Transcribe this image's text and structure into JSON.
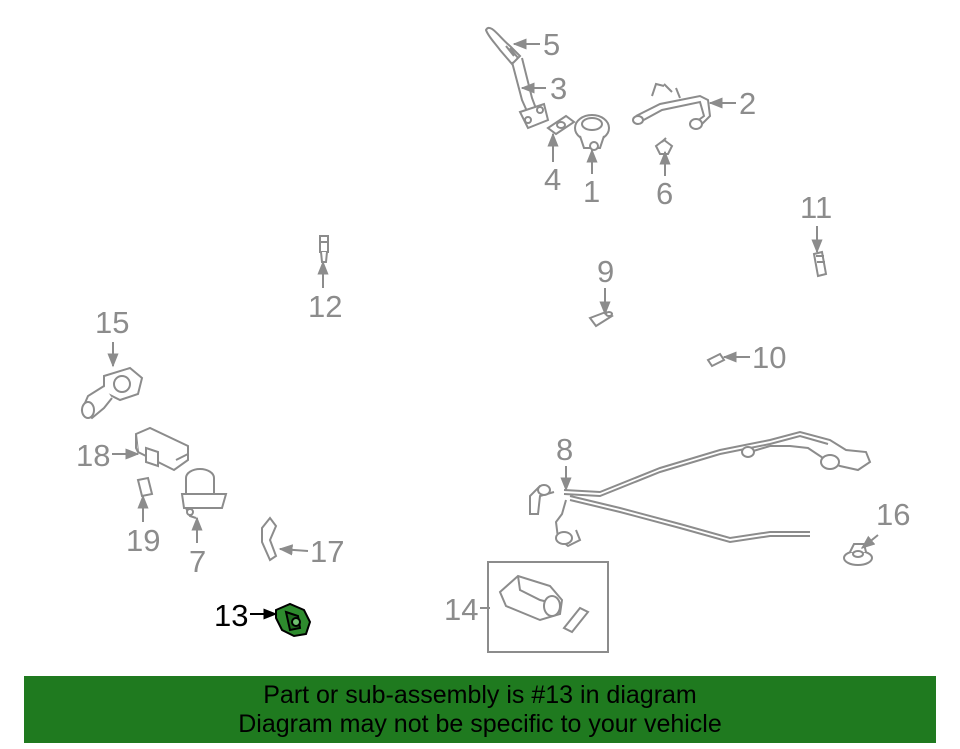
{
  "callouts": {
    "c1": "1",
    "c2": "2",
    "c3": "3",
    "c4": "4",
    "c5": "5",
    "c6": "6",
    "c7": "7",
    "c8": "8",
    "c9": "9",
    "c10": "10",
    "c11": "11",
    "c12": "12",
    "c13": "13",
    "c14": "14",
    "c15": "15",
    "c16": "16",
    "c17": "17",
    "c18": "18",
    "c19": "19"
  },
  "highlighted_part": "13",
  "banner": {
    "line1": "Part or sub-assembly is #13 in diagram",
    "line2": "Diagram may not be specific to your vehicle"
  },
  "colors": {
    "banner_bg": "#1f7a1f",
    "highlight_fill": "#2e8b2e",
    "line_gray": "#8c8c8c"
  }
}
